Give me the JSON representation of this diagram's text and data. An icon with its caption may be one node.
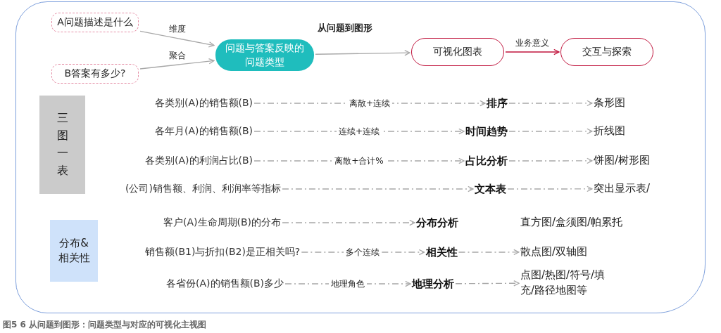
{
  "diagram": {
    "caption": "图5 6 从问题到图形：问题类型与对应的可视化主视图",
    "nodes": [
      {
        "text": [
          "从问题到图形"
        ]
      },
      {
        "text": [
          "A问题描述是什么"
        ],
        "in": 0
      },
      {
        "text": [
          "B答案有多少?"
        ],
        "in": 0
      },
      {
        "text": [
          "问题与答案反映的问题类型"
        ],
        "in": 0
      },
      {
        "text": [
          "可视化图表"
        ],
        "in": 0
      },
      {
        "text": [
          "交互与探索"
        ],
        "in": 0
      },
      {
        "text": [
          "三图一表"
        ],
        "in": 0
      },
      {
        "text": [
          "分布&相关性"
        ],
        "in": 0
      },
      {
        "text": [
          "各类别(A)的销售额(B)"
        ],
        "in": 0
      },
      {
        "text": [
          "排序"
        ],
        "in": 0
      },
      {
        "text": [
          "条形图"
        ],
        "in": 0
      },
      {
        "text": [
          "各年月(A)的销售额(B)"
        ],
        "in": 0
      },
      {
        "text": [
          "时间趋势"
        ],
        "in": 0
      },
      {
        "text": [
          "折线图"
        ],
        "in": 0
      },
      {
        "text": [
          "各类别(A)的利润占比(B)"
        ],
        "in": 0
      },
      {
        "text": [
          "占比分析"
        ],
        "in": 0
      },
      {
        "text": [
          "饼图/树形图"
        ],
        "in": 0
      },
      {
        "text": [
          "(公司)销售额、利润、利润率等指标"
        ],
        "in": 0
      },
      {
        "text": [
          "文本表"
        ],
        "in": 0
      },
      {
        "text": [
          "突出显示表/"
        ],
        "in": 0
      },
      {
        "text": [
          "客户(A)生命周期(B)的分布"
        ],
        "in": 0
      },
      {
        "text": [
          "分布分析"
        ],
        "in": 0
      },
      {
        "text": [
          "直方图/盒须图/帕累托"
        ],
        "in": 0
      },
      {
        "text": [
          "销售额(B1)与折扣(B2)是正相关吗?"
        ],
        "in": 0
      },
      {
        "text": [
          "相关性"
        ],
        "in": 0
      },
      {
        "text": [
          "散点图/双轴图"
        ],
        "in": 0
      },
      {
        "text": [
          "各省份(A)的销售额(B)多少"
        ],
        "in": 0
      },
      {
        "text": [
          "地理分析"
        ],
        "in": 0
      },
      {
        "text": [
          "点图/热图/符号/填充/路径地图等"
        ],
        "in": 0
      }
    ],
    "edges": [
      {
        "from": 1,
        "to": 3,
        "arrow": "to",
        "label": "维度"
      },
      {
        "from": 2,
        "to": 3,
        "arrow": "to",
        "label": "聚合"
      },
      {
        "from": 3,
        "to": 4,
        "arrow": "to"
      },
      {
        "from": 4,
        "to": 5,
        "arrow": "to",
        "label": "业务意义",
        "color": "#c0143c"
      },
      {
        "from": 8,
        "to": 9,
        "arrow": "to",
        "label": "离散+连续",
        "style": "dashed"
      },
      {
        "from": 9,
        "to": 10,
        "arrow": "to",
        "style": "dashed"
      },
      {
        "from": 11,
        "to": 12,
        "arrow": "to",
        "label": "连续+连续",
        "style": "dashed"
      },
      {
        "from": 12,
        "to": 13,
        "arrow": "to",
        "style": "dashed"
      },
      {
        "from": 14,
        "to": 15,
        "arrow": "to",
        "label": "离散+合计%",
        "style": "dashed"
      },
      {
        "from": 15,
        "to": 16,
        "arrow": "to",
        "style": "dashed"
      },
      {
        "from": 17,
        "to": 18,
        "arrow": "to",
        "style": "dashed"
      },
      {
        "from": 18,
        "to": 19,
        "arrow": "to",
        "style": "dashed"
      },
      {
        "from": 20,
        "to": 21,
        "arrow": "to",
        "style": "dashed"
      },
      {
        "from": 23,
        "to": 24,
        "arrow": "to",
        "label": "多个连续",
        "style": "dashed"
      },
      {
        "from": 24,
        "to": 25,
        "arrow": "to",
        "style": "dashed"
      },
      {
        "from": 26,
        "to": 27,
        "arrow": "to",
        "label": "地理角色",
        "style": "dashed"
      },
      {
        "from": 27,
        "to": 28,
        "arrow": "to",
        "style": "dashed"
      }
    ]
  }
}
